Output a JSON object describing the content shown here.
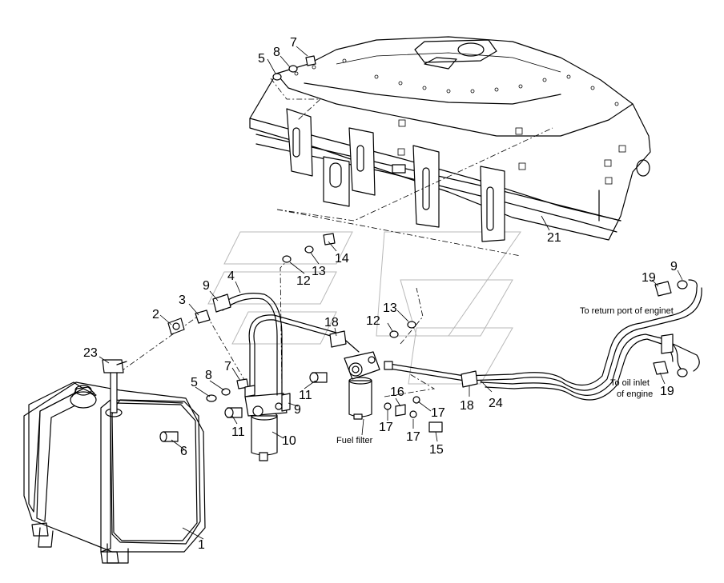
{
  "callouts": {
    "c1": "1",
    "c2": "2",
    "c3": "3",
    "c4": "4",
    "c5a": "5",
    "c5b": "5",
    "c6": "6",
    "c7a": "7",
    "c7b": "7",
    "c8a": "8",
    "c8b": "8",
    "c9a": "9",
    "c9b": "9",
    "c9c": "9",
    "c10": "10",
    "c11a": "11",
    "c11b": "11",
    "c12a": "12",
    "c12b": "12",
    "c13a": "13",
    "c13b": "13",
    "c14": "14",
    "c15": "15",
    "c16": "16",
    "c17a": "17",
    "c17b": "17",
    "c17c": "17",
    "c18a": "18",
    "c18b": "18",
    "c19a": "19",
    "c19b": "19",
    "c21": "21",
    "c23": "23",
    "c24": "24"
  },
  "notes": {
    "return_line1": "To return port of enginet",
    "oil_line1": "To oil inlet",
    "oil_line2": "of engine",
    "fuel_filter": "Fuel filter"
  }
}
